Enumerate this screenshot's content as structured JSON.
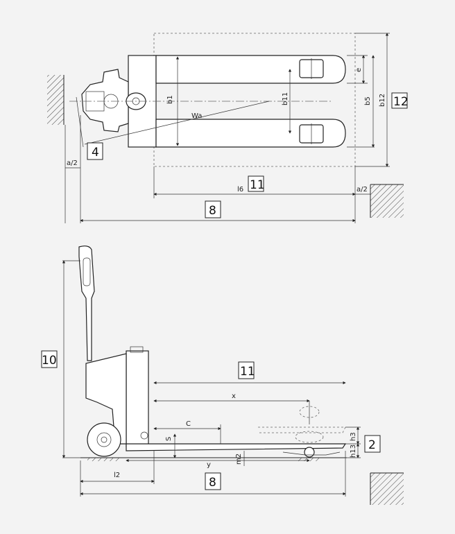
{
  "callouts": {
    "c4": "4",
    "c8_top": "8",
    "c11_top": "11",
    "c12": "12",
    "c10": "10",
    "c11_side": "11",
    "c2": "2",
    "c8_side": "8"
  },
  "labels": {
    "a_half_left": "a/2",
    "a_half_right": "a/2",
    "l6": "l6",
    "b1": "b1",
    "wa": "Wa",
    "b11": "b11",
    "b5": "b5",
    "b12": "b12",
    "e": "e",
    "x": "x",
    "c": "C",
    "s": "S",
    "y": "y",
    "l2": "l2",
    "m2": "m2",
    "h3": "h3",
    "h13": "h13"
  }
}
